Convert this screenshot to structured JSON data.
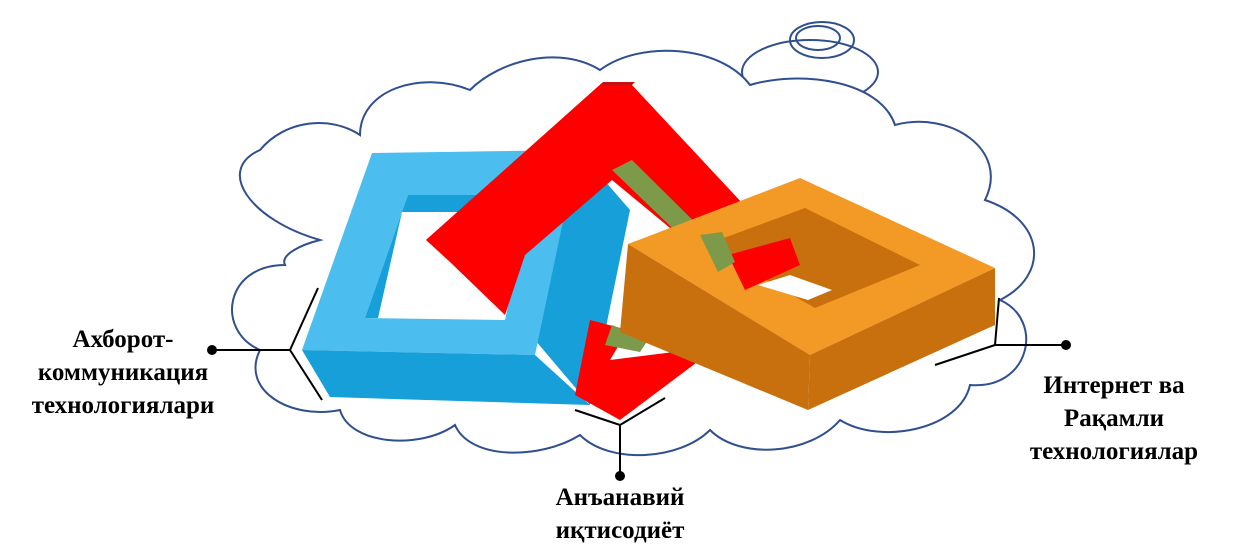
{
  "labels": {
    "ict": [
      "Ахборот-",
      "коммуникация",
      "технологиялари"
    ],
    "traditional": [
      "Анъанавий",
      "иқтисодиёт"
    ],
    "internet": [
      "Интернет ва",
      "Рақамли",
      "технологиялар"
    ]
  },
  "colors": {
    "cloud_stroke": "#2f4f8f",
    "blue_ring": "#4bbdef",
    "blue_ring_inner": "#169fd8",
    "red_ring": "#ff0000",
    "red_ring_shade": "#c81010",
    "green_ring_inner": "#7c9a4a",
    "orange_ring": "#f39a26",
    "orange_ring_shade": "#c8700e",
    "callout_line": "#000000"
  }
}
